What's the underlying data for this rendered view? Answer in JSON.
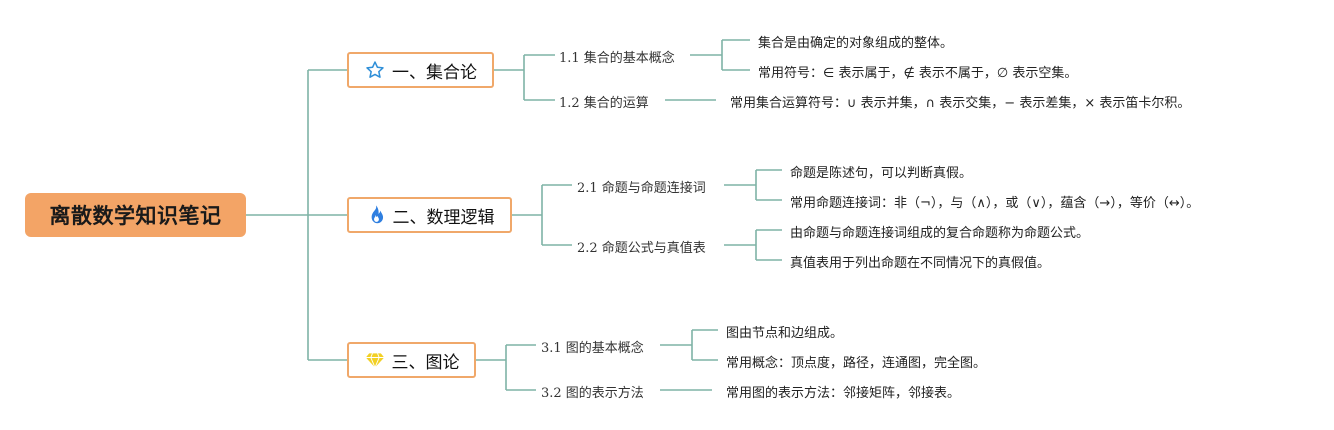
{
  "root": {
    "label": "离散数学知识笔记"
  },
  "branches": [
    {
      "label": "一、集合论",
      "icon": "star-icon",
      "subs": [
        {
          "label": "1.1 集合的基本概念",
          "leaves": [
            "集合是由确定的对象组成的整体。",
            "常用符号：∈ 表示属于，∉ 表示不属于，∅ 表示空集。"
          ]
        },
        {
          "label": "1.2 集合的运算",
          "leaves": [
            "常用集合运算符号：∪ 表示并集，∩ 表示交集，− 表示差集，× 表示笛卡尔积。"
          ]
        }
      ]
    },
    {
      "label": "二、数理逻辑",
      "icon": "flame-icon",
      "subs": [
        {
          "label": "2.1 命题与命题连接词",
          "leaves": [
            "命题是陈述句，可以判断真假。",
            "常用命题连接词：非（¬），与（∧），或（∨），蕴含（→），等价（↔）。"
          ]
        },
        {
          "label": "2.2 命题公式与真值表",
          "leaves": [
            "由命题与命题连接词组成的复合命题称为命题公式。",
            "真值表用于列出命题在不同情况下的真假值。"
          ]
        }
      ]
    },
    {
      "label": "三、图论",
      "icon": "diamond-icon",
      "subs": [
        {
          "label": "3.1 图的基本概念",
          "leaves": [
            "图由节点和边组成。",
            "常用概念：顶点度，路径，连通图，完全图。"
          ]
        },
        {
          "label": "3.2 图的表示方法",
          "leaves": [
            "常用图的表示方法：邻接矩阵，邻接表。"
          ]
        }
      ]
    }
  ],
  "colors": {
    "root_fill": "#f3a466",
    "branch_border": "#f0a86a",
    "connector": "#7fb3a6",
    "star": "#2f8fd8",
    "flame": "#2f7fe0",
    "diamond": "#f2d024"
  }
}
